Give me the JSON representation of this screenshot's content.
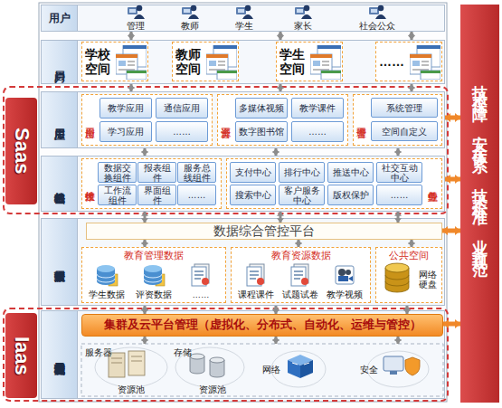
{
  "diagram": {
    "nodes": [
      {
        "text": [
          "用户"
        ]
      },
      {
        "text": [
          "门户层"
        ]
      },
      {
        "text": [
          "学校空间"
        ],
        "in": 1
      },
      {
        "text": [
          "教师空间"
        ],
        "in": 1
      },
      {
        "text": [
          "学生空间"
        ],
        "in": 1
      },
      {
        "text": [
          "……"
        ],
        "in": 1
      },
      {
        "text": [
          "Saas"
        ]
      },
      {
        "text": [
          "应用层"
        ],
        "in": 6
      },
      {
        "text": [
          "平台应用"
        ],
        "in": 7
      },
      {
        "text": [
          "教学应用"
        ],
        "in": 8
      },
      {
        "text": [
          "通信应用"
        ],
        "in": 8
      },
      {
        "text": [
          "学习应用"
        ],
        "in": 8
      },
      {
        "text": [
          "……"
        ],
        "in": 8
      },
      {
        "text": [
          "平台资源"
        ],
        "in": 7
      },
      {
        "text": [
          "多媒体视频"
        ],
        "in": 13
      },
      {
        "text": [
          "教学课件"
        ],
        "in": 13
      },
      {
        "text": [
          "数字图书馆"
        ],
        "in": 13
      },
      {
        "text": [
          "……"
        ],
        "in": 13
      },
      {
        "text": [
          "平台管理"
        ],
        "in": 7
      },
      {
        "text": [
          "系统管理"
        ],
        "in": 18
      },
      {
        "text": [
          "空间自定义"
        ],
        "in": 18
      },
      {
        "text": [
          "基础组件"
        ],
        "in": 6
      },
      {
        "text": [
          "技术组件"
        ],
        "in": 21
      },
      {
        "text": [
          "数据交换组件"
        ],
        "in": 22
      },
      {
        "text": [
          "报表组件"
        ],
        "in": 22
      },
      {
        "text": [
          "服务总线组件"
        ],
        "in": 22
      },
      {
        "text": [
          "工作流组件"
        ],
        "in": 22
      },
      {
        "text": [
          "界面组件"
        ],
        "in": 22
      },
      {
        "text": [
          "……"
        ],
        "in": 22
      },
      {
        "text": [
          "业务组件"
        ],
        "in": 21
      },
      {
        "text": [
          "支付中心"
        ],
        "in": 29
      },
      {
        "text": [
          "排行中心"
        ],
        "in": 29
      },
      {
        "text": [
          "推送中心"
        ],
        "in": 29
      },
      {
        "text": [
          "社交互动中心"
        ],
        "in": 29
      },
      {
        "text": [
          "搜索中心"
        ],
        "in": 29
      },
      {
        "text": [
          "客户服务中心"
        ],
        "in": 29
      },
      {
        "text": [
          "版权保护"
        ],
        "in": 29
      },
      {
        "text": [
          "……"
        ],
        "in": 29
      },
      {
        "text": [
          "数据管理层"
        ]
      },
      {
        "text": [
          "数据综合管控平台"
        ],
        "in": 38
      },
      {
        "text": [
          "教育管理数据"
        ],
        "in": 38
      },
      {
        "text": [
          "教育资源数据"
        ],
        "in": 38
      },
      {
        "text": [
          "公共空间"
        ],
        "in": 38
      },
      {
        "text": [
          "Iaas"
        ]
      },
      {
        "text": [
          "基础设施及云管理层"
        ],
        "in": 43
      },
      {
        "text": [
          "集群及云平台管理（虚拟化、分布式、自动化、运维与管控）"
        ],
        "in": 44
      },
      {
        "text": [
          "技术保障、安全体系、技术标准、业务规范"
        ]
      }
    ],
    "edges": [
      {
        "from": 0,
        "to": 1,
        "arrow": "both"
      },
      {
        "from": 0,
        "to": 1,
        "arrow": "both"
      },
      {
        "from": 0,
        "to": 1,
        "arrow": "both"
      },
      {
        "from": 1,
        "to": 7,
        "arrow": "both"
      },
      {
        "from": 1,
        "to": 7,
        "arrow": "both"
      },
      {
        "from": 1,
        "to": 7,
        "arrow": "both"
      },
      {
        "from": 7,
        "to": 21,
        "arrow": "both"
      },
      {
        "from": 7,
        "to": 21,
        "arrow": "both"
      },
      {
        "from": 7,
        "to": 21,
        "arrow": "both"
      },
      {
        "from": 21,
        "to": 39,
        "arrow": "both"
      },
      {
        "from": 21,
        "to": 39,
        "arrow": "both"
      },
      {
        "from": 21,
        "to": 39,
        "arrow": "both"
      },
      {
        "from": 39,
        "to": 40,
        "arrow": "both"
      },
      {
        "from": 39,
        "to": 41,
        "arrow": "both"
      },
      {
        "from": 39,
        "to": 42,
        "arrow": "both"
      },
      {
        "from": 38,
        "to": 45,
        "arrow": "both"
      },
      {
        "from": 38,
        "to": 45,
        "arrow": "both"
      },
      {
        "from": 38,
        "to": 45,
        "arrow": "both"
      },
      {
        "from": 7,
        "to": 46,
        "arrow": "both"
      },
      {
        "from": 21,
        "to": 46,
        "arrow": "both"
      },
      {
        "from": 39,
        "to": 46,
        "arrow": "both"
      },
      {
        "from": 45,
        "to": 46,
        "arrow": "both"
      }
    ],
    "labels": [
      "管理",
      "教师",
      "学生",
      "家长",
      "社会公众",
      "学生数据",
      "评资数据",
      "……",
      "课程课件",
      "试题试卷",
      "教学视频",
      "网络硬盘",
      "服务器",
      "资源池",
      "存储",
      "资源池",
      "网络",
      "安全"
    ]
  }
}
